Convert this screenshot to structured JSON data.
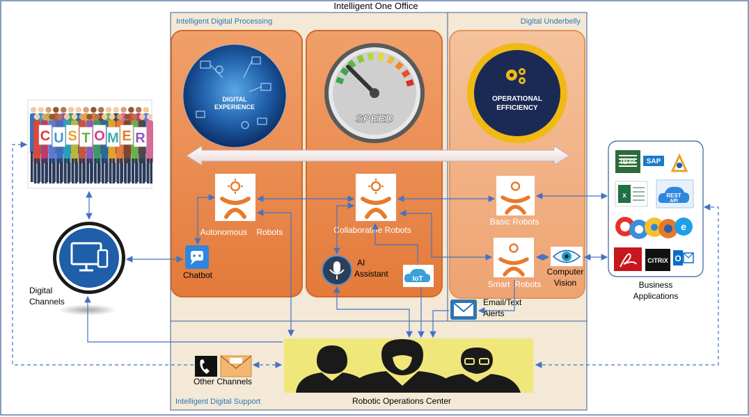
{
  "title": "Intelligent One Office",
  "sections": {
    "processing": "Intelligent Digital Processing",
    "underbelly": "Digital Underbelly",
    "support": "Intelligent Digital Support"
  },
  "customer": {
    "letters": [
      "C",
      "U",
      "S",
      "T",
      "O",
      "M",
      "E",
      "R"
    ]
  },
  "dials": {
    "digital_experience": [
      "DIGITAL",
      "EXPERIENCE"
    ],
    "speed": "SPEED",
    "operational_efficiency": [
      "OPERATIONAL",
      "EFFICIENCY"
    ]
  },
  "robots": {
    "autonomous": "Autonomous    Robots",
    "collaborative": "Collaborative Robots",
    "basic": "Basic Robots",
    "smart": "Smart  Robots"
  },
  "labels": {
    "chatbot": "Chatbot",
    "ai_assistant": [
      "AI",
      "Assistant"
    ],
    "iot": "IoT",
    "email_alerts": [
      "Email/Text",
      "Alerts"
    ],
    "computer_vision": [
      "Computer",
      "Vision"
    ],
    "digital_channels": [
      "Digital",
      "Channels"
    ],
    "other_channels": "Other Channels",
    "business_applications": [
      "Business",
      "Applications"
    ],
    "roc": "Robotic Operations Center"
  },
  "apps": {
    "ibm": "IBM",
    "sap": "SAP",
    "rest": [
      "REST",
      "API"
    ],
    "citrix": "CiTRiX",
    "outlook": "O"
  },
  "colors": {
    "frame": "#3a5a9a",
    "panel_bg": "#f3e9d6",
    "panel_orange": "#e8894a",
    "panel_light": "#f2b58a",
    "arrow": "#4472c4",
    "roc_bg": "#f0e77a",
    "label_blue": "#2e75b6"
  }
}
